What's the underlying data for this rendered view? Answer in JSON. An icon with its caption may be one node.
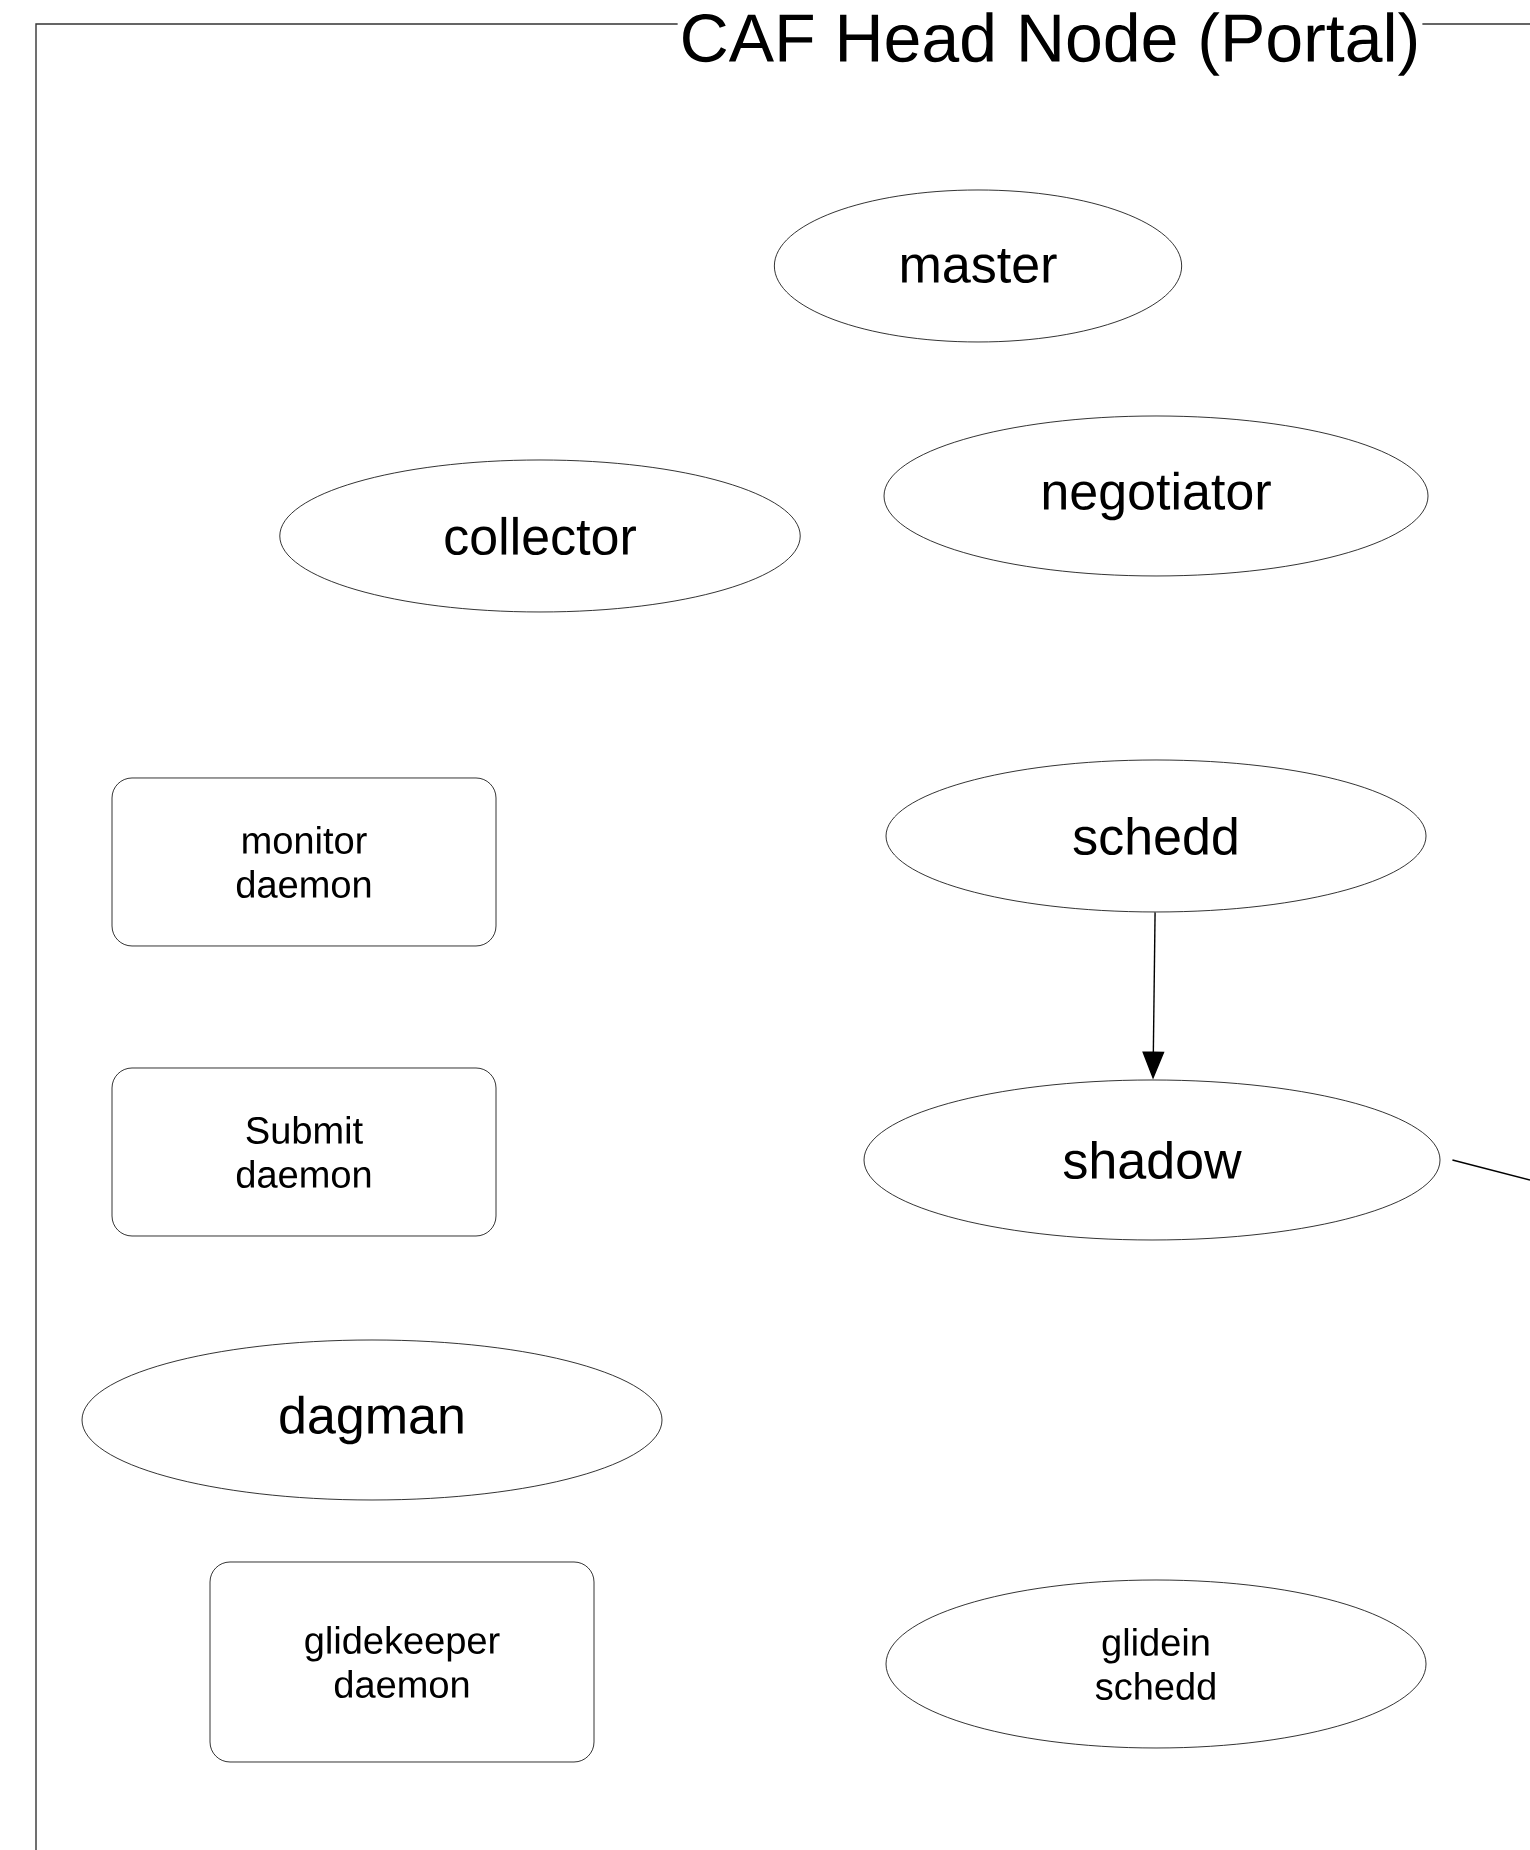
{
  "diagram": {
    "nodes": [
      {
        "text": [
          "CAF Head Node (Portal)"
        ]
      },
      {
        "text": [
          "master"
        ],
        "in": 0
      },
      {
        "text": [
          "collector"
        ],
        "in": 0
      },
      {
        "text": [
          "negotiator"
        ],
        "in": 0
      },
      {
        "text": [
          "monitor daemon"
        ],
        "in": 0
      },
      {
        "text": [
          "schedd"
        ],
        "in": 0
      },
      {
        "text": [
          "Submit daemon"
        ],
        "in": 0
      },
      {
        "text": [
          "shadow"
        ],
        "in": 0
      },
      {
        "text": [
          "dagman"
        ],
        "in": 0
      },
      {
        "text": [
          "glidekeeper daemon"
        ],
        "in": 0
      },
      {
        "text": [
          "glidein schedd"
        ],
        "in": 0
      }
    ],
    "edges": [
      {
        "from": 5,
        "to": 7,
        "arrow": "to"
      },
      {
        "from": 7,
        "to": null,
        "arrow": "none"
      }
    ]
  }
}
